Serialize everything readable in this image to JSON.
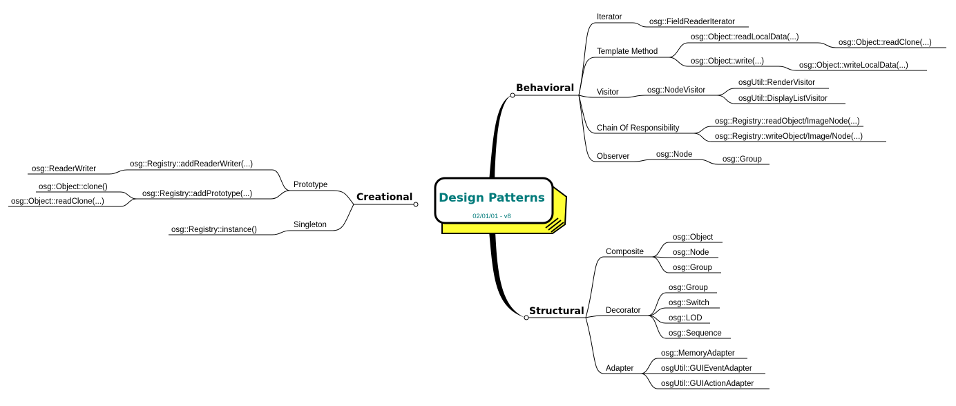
{
  "center": {
    "title": "Design Patterns",
    "subtitle": "02/01/01 - v8"
  },
  "behavioral": {
    "label": "Behavioral",
    "iterator": {
      "label": "Iterator",
      "child": "osg::FieldReaderIterator"
    },
    "template_method": {
      "label": "Template Method",
      "read_local_data": "osg::Object::readLocalData(...)",
      "read_clone": "osg::Object::readClone(...)",
      "write": "osg::Object::write(...)",
      "write_local_data": "osg::Object::writeLocalData(...)"
    },
    "visitor": {
      "label": "Visitor",
      "node_visitor": "osg::NodeVisitor",
      "render_visitor": "osgUtil::RenderVisitor",
      "display_list_visitor": "osgUtil::DisplayListVisitor"
    },
    "chain": {
      "label": "Chain Of Responsibility",
      "read_object": "osg::Registry::readObject/ImageNode(...)",
      "write_object": "osg::Registry::writeObject/Image/Node(...)"
    },
    "observer": {
      "label": "Observer",
      "node": "osg::Node",
      "group": "osg::Group"
    }
  },
  "creational": {
    "label": "Creational",
    "prototype": {
      "label": "Prototype",
      "add_reader_writer": "osg::Registry::addReaderWriter(...)",
      "reader_writer": "osg::ReaderWriter",
      "add_prototype": "osg::Registry::addPrototype(...)",
      "clone": "osg::Object::clone()",
      "read_clone": "osg::Object::readClone(...)"
    },
    "singleton": {
      "label": "Singleton",
      "instance": "osg::Registry::instance()"
    }
  },
  "structural": {
    "label": "Structural",
    "composite": {
      "label": "Composite",
      "object": "osg::Object",
      "node": "osg::Node",
      "group": "osg::Group"
    },
    "decorator": {
      "label": "Decorator",
      "group": "osg::Group",
      "switch": "osg::Switch",
      "lod": "osg::LOD",
      "sequence": "osg::Sequence"
    },
    "adapter": {
      "label": "Adapter",
      "memory_adapter": "osg::MemoryAdapter",
      "gui_event_adapter": "osgUtil::GUIEventAdapter",
      "gui_action_adapter": "osgUtil::GUIActionAdapter"
    }
  },
  "colors": {
    "center_fill": "#ffff33",
    "title_color": "#007a7a",
    "line": "#000000"
  }
}
